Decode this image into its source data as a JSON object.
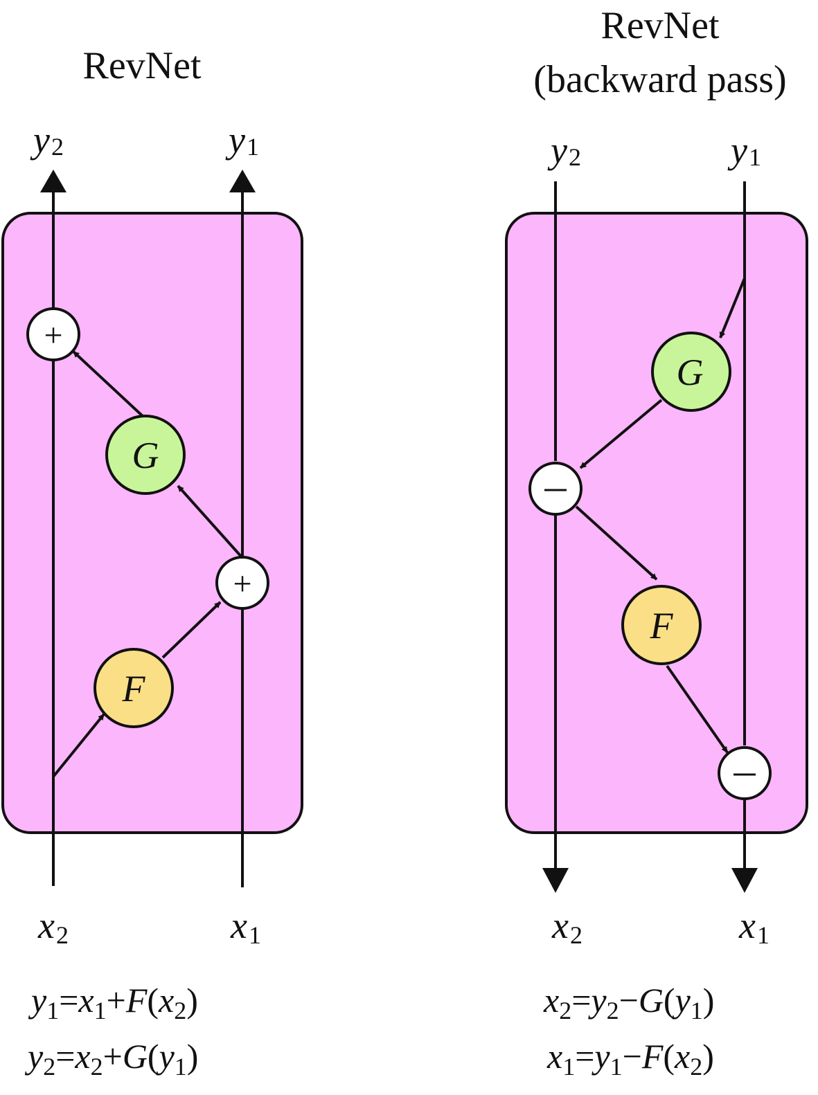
{
  "colors": {
    "block_fill": "#fcb6fc",
    "f_node_fill": "#fadf87",
    "g_node_fill": "#c8f59a",
    "op_node_fill": "#ffffff",
    "stroke": "#111111"
  },
  "forward": {
    "title": "RevNet",
    "outputs": [
      {
        "var": "y",
        "sub": "2"
      },
      {
        "var": "y",
        "sub": "1"
      }
    ],
    "inputs": [
      {
        "var": "x",
        "sub": "2"
      },
      {
        "var": "x",
        "sub": "1"
      }
    ],
    "nodes": {
      "F": "F",
      "G": "G",
      "add_top": "+",
      "add_mid": "+"
    },
    "equations": [
      [
        {
          "t": "y",
          "i": true
        },
        {
          "t": "1",
          "s": true
        },
        {
          "t": "=",
          "i": false
        },
        {
          "t": "x",
          "i": true
        },
        {
          "t": "1",
          "s": true
        },
        {
          "t": "+",
          "i": false
        },
        {
          "t": "F",
          "i": true
        },
        {
          "t": "(",
          "i": false
        },
        {
          "t": "x",
          "i": true
        },
        {
          "t": "2",
          "s": true
        },
        {
          "t": ")",
          "i": false
        }
      ],
      [
        {
          "t": "y",
          "i": true
        },
        {
          "t": "2",
          "s": true
        },
        {
          "t": "=",
          "i": false
        },
        {
          "t": "x",
          "i": true
        },
        {
          "t": "2",
          "s": true
        },
        {
          "t": "+",
          "i": false
        },
        {
          "t": "G",
          "i": true
        },
        {
          "t": "(",
          "i": false
        },
        {
          "t": "y",
          "i": true
        },
        {
          "t": "1",
          "s": true
        },
        {
          "t": ")",
          "i": false
        }
      ]
    ],
    "equation_text": [
      "y1=x1+F(x2)",
      "y2=x2+G(y1)"
    ]
  },
  "backward": {
    "title_line1": "RevNet",
    "title_line2": "(backward pass)",
    "inputs": [
      {
        "var": "y",
        "sub": "2"
      },
      {
        "var": "y",
        "sub": "1"
      }
    ],
    "outputs": [
      {
        "var": "x",
        "sub": "2"
      },
      {
        "var": "x",
        "sub": "1"
      }
    ],
    "nodes": {
      "G": "G",
      "F": "F",
      "sub_mid": "−",
      "sub_bottom": "−"
    },
    "equations": [
      [
        {
          "t": "x",
          "i": true
        },
        {
          "t": "2",
          "s": true
        },
        {
          "t": "=",
          "i": false
        },
        {
          "t": "y",
          "i": true
        },
        {
          "t": "2",
          "s": true
        },
        {
          "t": "−",
          "i": false
        },
        {
          "t": "G",
          "i": true
        },
        {
          "t": "(",
          "i": false
        },
        {
          "t": "y",
          "i": true
        },
        {
          "t": "1",
          "s": true
        },
        {
          "t": ")",
          "i": false
        }
      ],
      [
        {
          "t": "x",
          "i": true
        },
        {
          "t": "1",
          "s": true
        },
        {
          "t": "=",
          "i": false
        },
        {
          "t": "y",
          "i": true
        },
        {
          "t": "1",
          "s": true
        },
        {
          "t": "−",
          "i": false
        },
        {
          "t": "F",
          "i": true
        },
        {
          "t": "(",
          "i": false
        },
        {
          "t": "x",
          "i": true
        },
        {
          "t": "2",
          "s": true
        },
        {
          "t": ")",
          "i": false
        }
      ]
    ],
    "equation_text": [
      "x2=y2−G(y1)",
      "x1=y1−F(x2)"
    ]
  }
}
